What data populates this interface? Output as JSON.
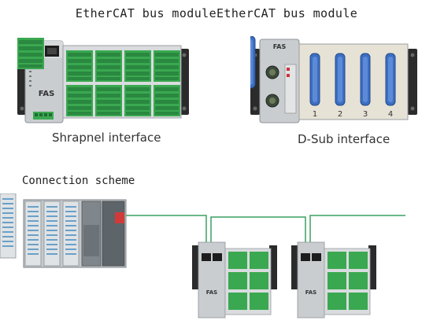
{
  "title": "EtherCAT bus moduleEtherCAT bus module",
  "products": [
    {
      "caption": "Shrapnel interface",
      "logo": "FAS"
    },
    {
      "caption": "D-Sub interface",
      "logo": "FAS",
      "port_numbers": [
        "1",
        "2",
        "3",
        "4"
      ]
    }
  ],
  "connection": {
    "title": "Connection scheme",
    "module_logo": "FAS"
  },
  "colors": {
    "terminal_green": "#3aa850",
    "cable_green": "#3aa060",
    "plc_red": "#d23a3a",
    "housing_gray": "#bfc3c6",
    "dsub_blue": "#3b6fc4"
  },
  "icons": [
    "rj45-port-icon",
    "terminal-block-icon",
    "dsub-connector-icon",
    "m12-connector-icon",
    "plc-rack-icon"
  ]
}
